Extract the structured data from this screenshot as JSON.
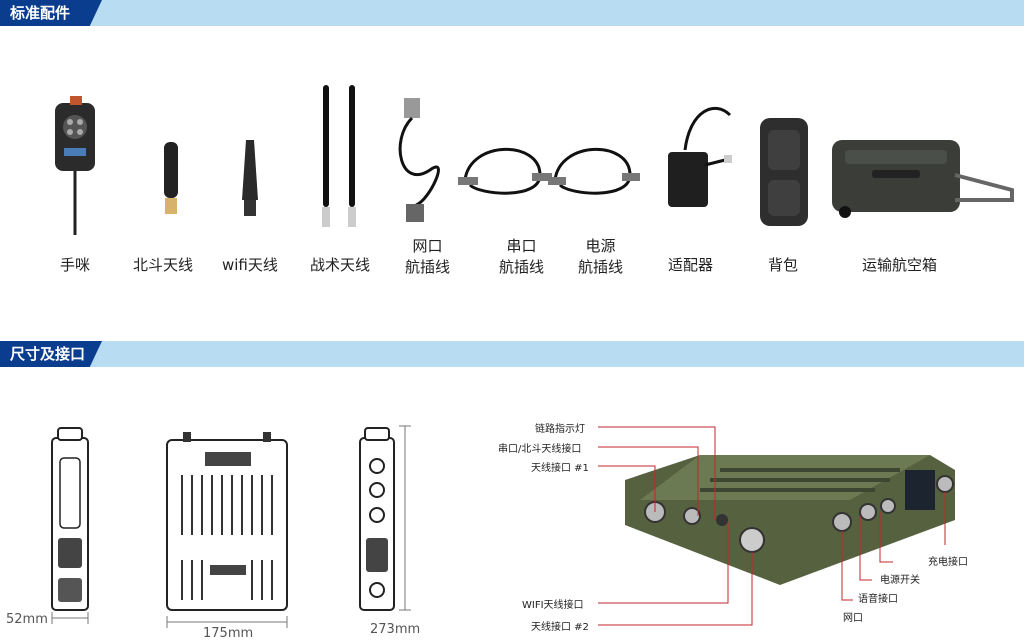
{
  "sections": {
    "accessories": {
      "title": "标准配件"
    },
    "dimensions": {
      "title": "尺寸及接口"
    }
  },
  "accessories": [
    {
      "name": "手咪"
    },
    {
      "name": "北斗天线"
    },
    {
      "name": "wifi天线"
    },
    {
      "name": "战术天线"
    },
    {
      "name": "网口",
      "name2": "航插线"
    },
    {
      "name": "串口",
      "name2": "航插线"
    },
    {
      "name": "电源",
      "name2": "航插线"
    },
    {
      "name": "适配器"
    },
    {
      "name": "背包"
    },
    {
      "name": "运输航空箱"
    }
  ],
  "dimensions": {
    "width": "52mm",
    "length": "175mm",
    "height": "273mm"
  },
  "interfaces": [
    {
      "label": "链路指示灯"
    },
    {
      "label": "串口/北斗天线接口"
    },
    {
      "label": "天线接口 #1"
    },
    {
      "label": "WIFI天线接口"
    },
    {
      "label": "天线接口 #2"
    },
    {
      "label": "网口"
    },
    {
      "label": "语音接口"
    },
    {
      "label": "电源开关"
    },
    {
      "label": "充电接口"
    }
  ],
  "colors": {
    "band": "#b8dcf2",
    "tab": "#0b3d8e",
    "leader": "#c6252b",
    "device": "#4a5a3a"
  }
}
